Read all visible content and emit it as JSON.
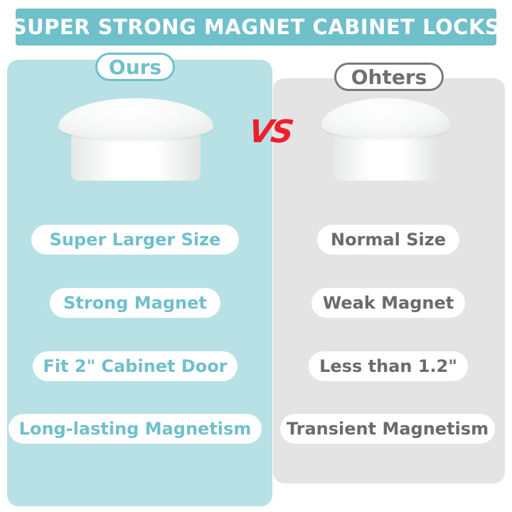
{
  "banner": {
    "title": "SUPER STRONG MAGNET CABINET LOCKS"
  },
  "ours": {
    "title": "Ours",
    "features": [
      "Super Larger Size",
      "Strong Magnet",
      "Fit 2\" Cabinet Door",
      "Long-lasting Magnetism"
    ]
  },
  "vs": "VS",
  "others": {
    "title": "Ohters",
    "features": [
      "Normal Size",
      "Weak Magnet",
      "Less than 1.2\"",
      "Transient Magnetism"
    ]
  },
  "colors": {
    "accent": "#6fc0ca",
    "ours_panel": "#b8e1e5",
    "others_panel": "#e4e4e4",
    "others_text": "#6b6b6b",
    "vs": "#ee1f2b"
  }
}
